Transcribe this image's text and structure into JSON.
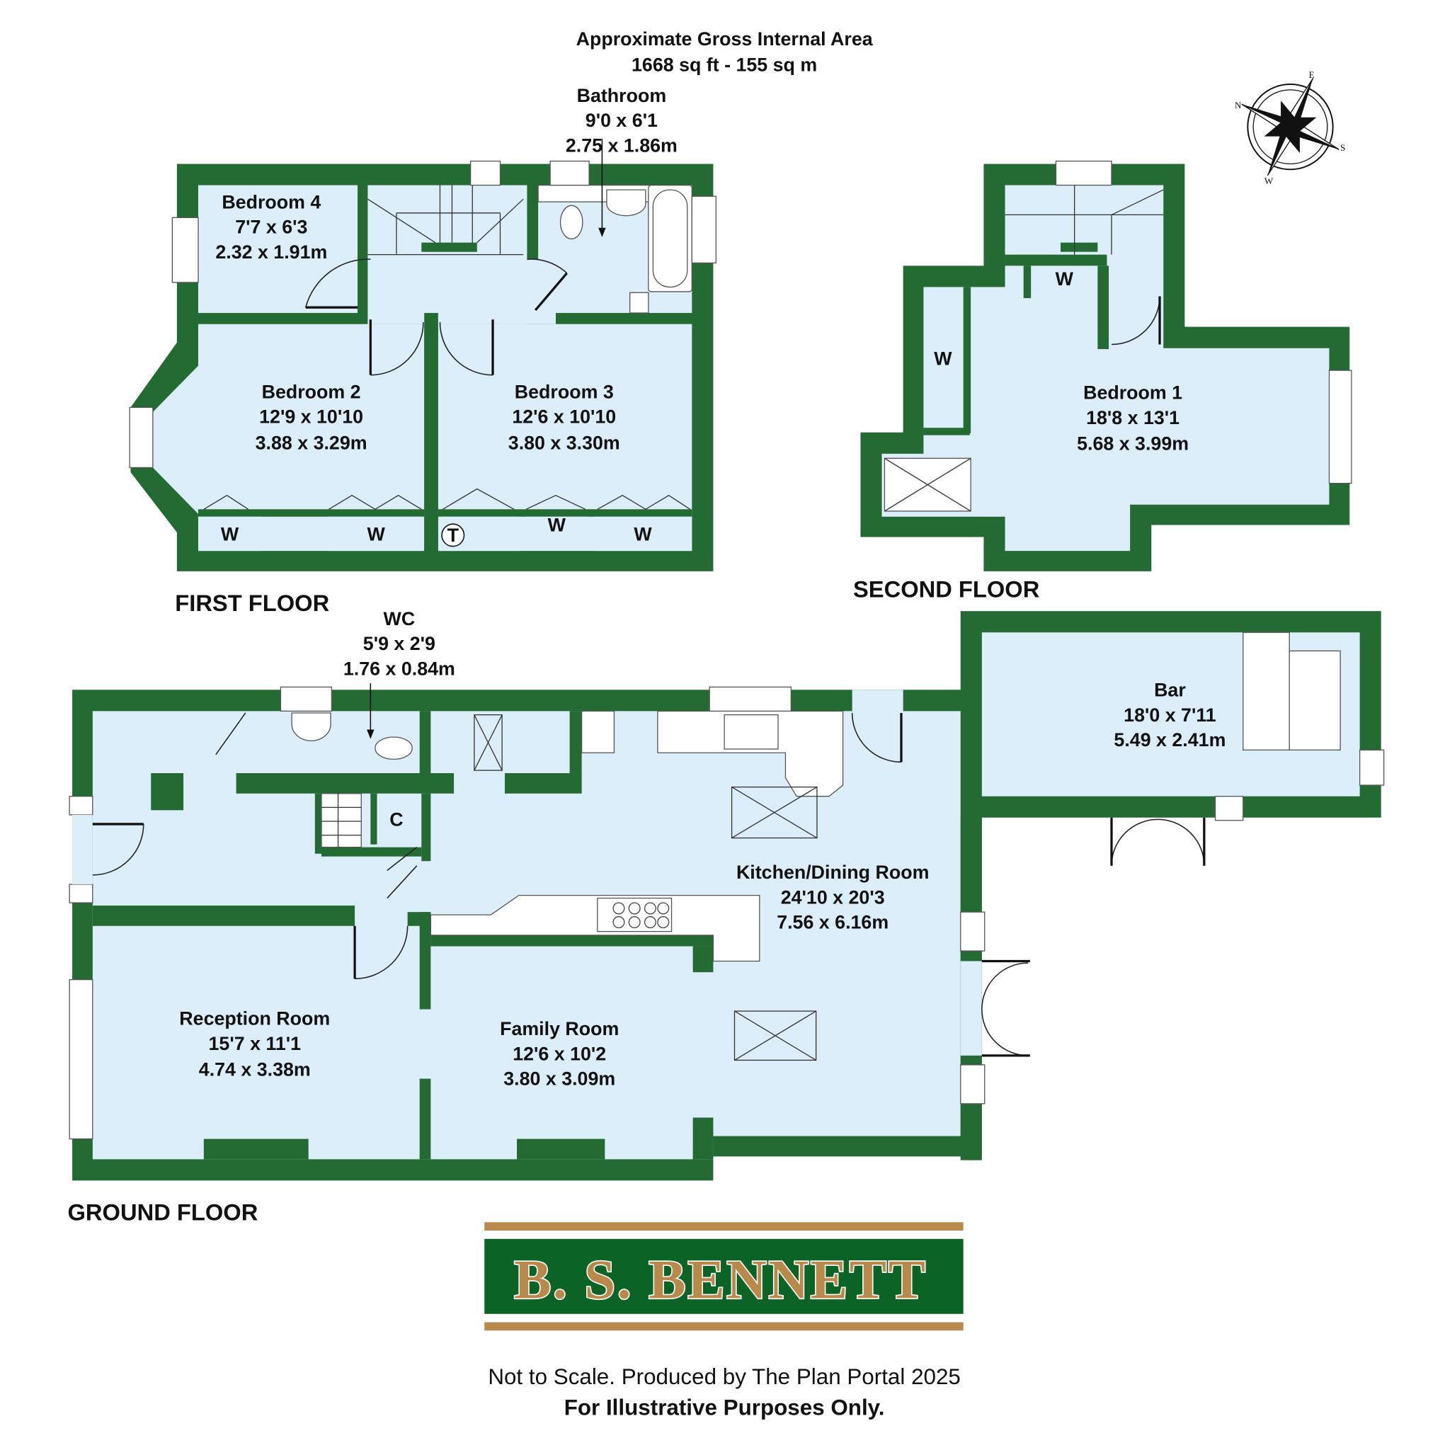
{
  "header": {
    "title": "Approximate Gross Internal Area",
    "area": "1668 sq ft - 155 sq m"
  },
  "floors": {
    "first": "FIRST FLOOR",
    "second": "SECOND FLOOR",
    "ground": "GROUND FLOOR"
  },
  "rooms": {
    "bathroom": {
      "name": "Bathroom",
      "imperial": "9'0 x 6'1",
      "metric": "2.75 x 1.86m"
    },
    "bedroom4": {
      "name": "Bedroom 4",
      "imperial": "7'7 x 6'3",
      "metric": "2.32 x 1.91m"
    },
    "bedroom2": {
      "name": "Bedroom 2",
      "imperial": "12'9 x 10'10",
      "metric": "3.88 x 3.29m"
    },
    "bedroom3": {
      "name": "Bedroom 3",
      "imperial": "12'6 x 10'10",
      "metric": "3.80 x 3.30m"
    },
    "bedroom1": {
      "name": "Bedroom 1",
      "imperial": "18'8 x 13'1",
      "metric": "5.68 x 3.99m"
    },
    "wc": {
      "name": "WC",
      "imperial": "5'9 x 2'9",
      "metric": "1.76 x 0.84m"
    },
    "bar": {
      "name": "Bar",
      "imperial": "18'0 x 7'11",
      "metric": "5.49 x 2.41m"
    },
    "kitchen": {
      "name": "Kitchen/Dining Room",
      "imperial": "24'10 x 20'3",
      "metric": "7.56 x 6.16m"
    },
    "reception": {
      "name": "Reception Room",
      "imperial": "15'7 x 11'1",
      "metric": "4.74 x 3.38m"
    },
    "family": {
      "name": "Family Room",
      "imperial": "12'6 x 10'2",
      "metric": "3.80 x 3.09m"
    }
  },
  "markers": {
    "wardrobe": "W",
    "tank": "T",
    "cupboard": "C"
  },
  "compass": {
    "n": "N",
    "e": "E",
    "s": "S",
    "w": "W"
  },
  "logo": {
    "text": "B. S. BENNETT"
  },
  "footer": {
    "line1": "Not to Scale. Produced by The Plan Portal 2025",
    "line2": "For Illustrative Purposes Only."
  },
  "colors": {
    "wall": "#236b32",
    "floor": "#ddeefb",
    "logo_green": "#0b6426",
    "logo_gold": "#b8894a"
  }
}
